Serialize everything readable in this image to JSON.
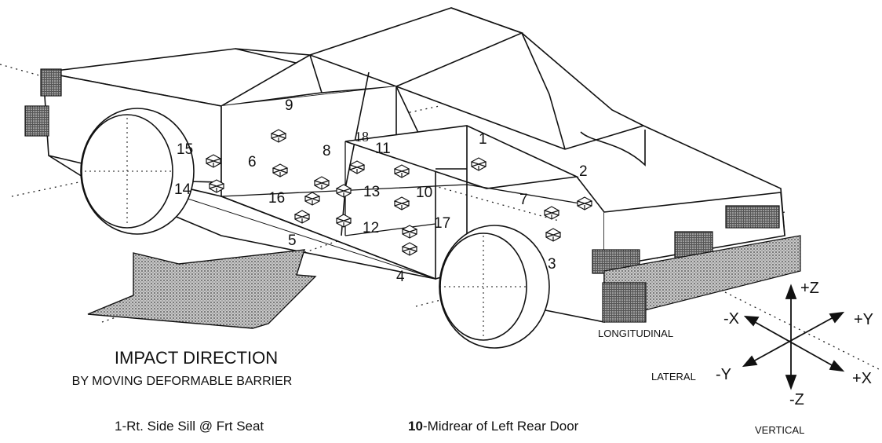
{
  "labels": {
    "1": "1",
    "2": "2",
    "3": "3",
    "4": "4",
    "5": "5",
    "6": "6",
    "7": "7",
    "8": "8",
    "9": "9",
    "10": "10",
    "11": "11",
    "12": "12",
    "13": "13",
    "14": "14",
    "15": "15",
    "16": "16",
    "17": "17",
    "18": "18"
  },
  "impact": {
    "title": "IMPACT DIRECTION",
    "subtitle": "BY MOVING DEFORMABLE BARRIER"
  },
  "axes": {
    "pos_z": "+Z",
    "neg_z": "-Z",
    "pos_y": "+Y",
    "neg_y": "-Y",
    "pos_x": "+X",
    "neg_x": "-X",
    "longitudinal": "LONGITUDINAL",
    "lateral": "LATERAL",
    "vertical": "VERTICAL"
  },
  "legend": {
    "item1_num": "1",
    "item1_text": "-Rt. Side Sill @ Frt Seat",
    "item10_num": "10",
    "item10_text": "-Midrear of Left Rear Door"
  },
  "colors": {
    "ink": "#111111",
    "hatch": "#555555"
  }
}
